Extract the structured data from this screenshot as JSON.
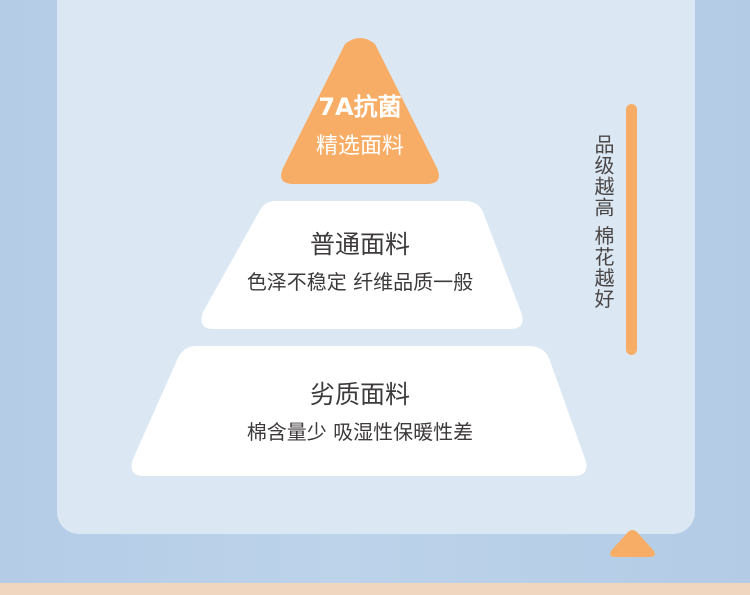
{
  "pyramid": {
    "top": {
      "title": "7A抗菌",
      "subtitle": "精选面料",
      "color": "#f8ad66"
    },
    "middle": {
      "title": "普通面料",
      "subtitle": "色泽不稳定 纤维品质一般"
    },
    "bottom": {
      "title": "劣质面料",
      "subtitle": "棉含量少 吸湿性保暖性差"
    }
  },
  "side": {
    "label": "品级越高 棉花越好",
    "bar_color": "#f8ad66"
  },
  "colors": {
    "panel": "#dbe8f4",
    "tier_fill": "#ffffff",
    "text": "#3d3a3a"
  }
}
